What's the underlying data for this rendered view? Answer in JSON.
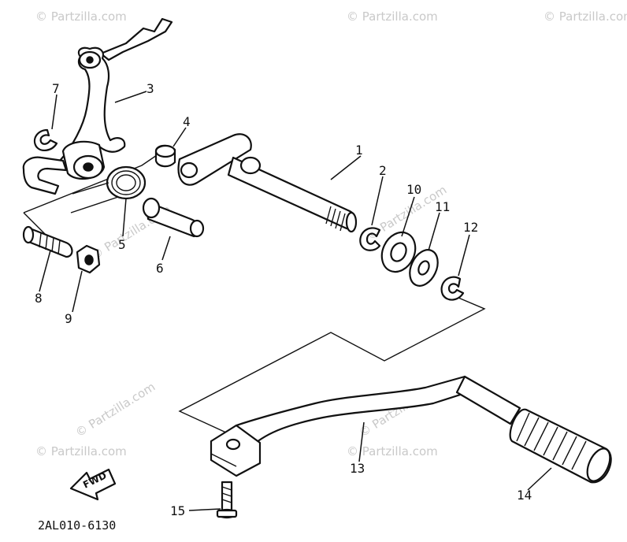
{
  "diagram": {
    "callouts": [
      "1",
      "2",
      "3",
      "4",
      "5",
      "6",
      "7",
      "8",
      "9",
      "10",
      "11",
      "12",
      "13",
      "14",
      "15"
    ],
    "part_code": "2AL010-6130",
    "direction_arrow": "FWD",
    "watermark": "© Partzilla.com"
  }
}
